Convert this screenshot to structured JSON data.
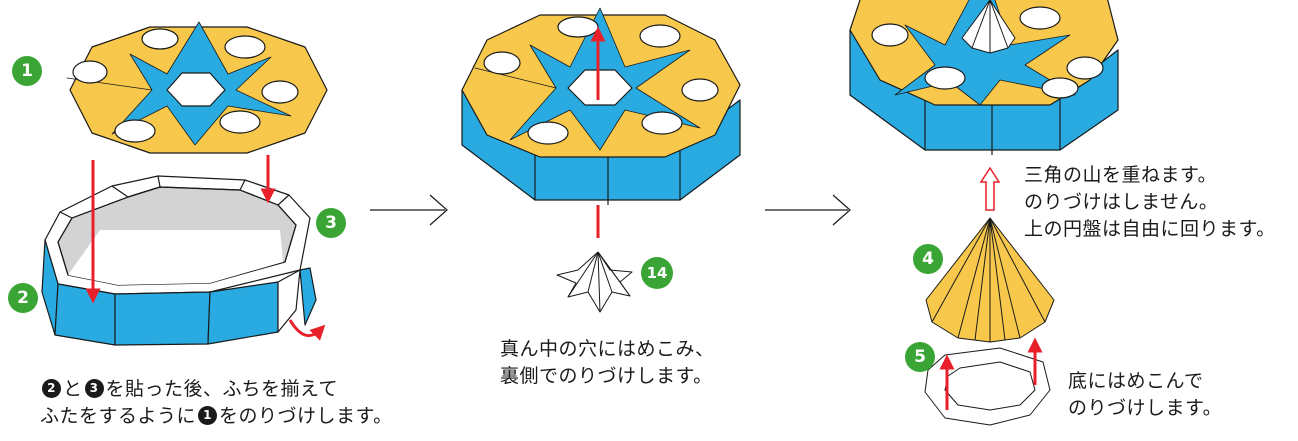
{
  "colors": {
    "yellow": "#f7c84b",
    "blue": "#29abe2",
    "green": "#3aa535",
    "red": "#e8202a",
    "gray": "#d3d3d3",
    "outline": "#1a1a1a"
  },
  "step1": {
    "badges": {
      "top": "1",
      "ring_left": "2",
      "ring_right": "3"
    },
    "caption": {
      "n2": "2",
      "t1": "と",
      "n3": "3",
      "t2": "を貼った後、ふちを揃えて",
      "t3": "ふたをするように",
      "n1": "1",
      "t4": "をのりづけします。"
    }
  },
  "step2": {
    "badge": "14",
    "caption_line1": "真ん中の穴にはめこみ、",
    "caption_line2": "裏側でのりづけします。"
  },
  "step3": {
    "badges": {
      "cone": "4",
      "base": "5"
    },
    "caption_line1": "三角の山を重ねます。",
    "caption_line2": "のりづけはしません。",
    "caption_line3": "上の円盤は自由に回ります。",
    "base_line1": "底にはめこんで",
    "base_line2": "のりづけします。"
  },
  "arrow_icons": [
    "arrow-right-icon",
    "arrow-right-icon"
  ]
}
